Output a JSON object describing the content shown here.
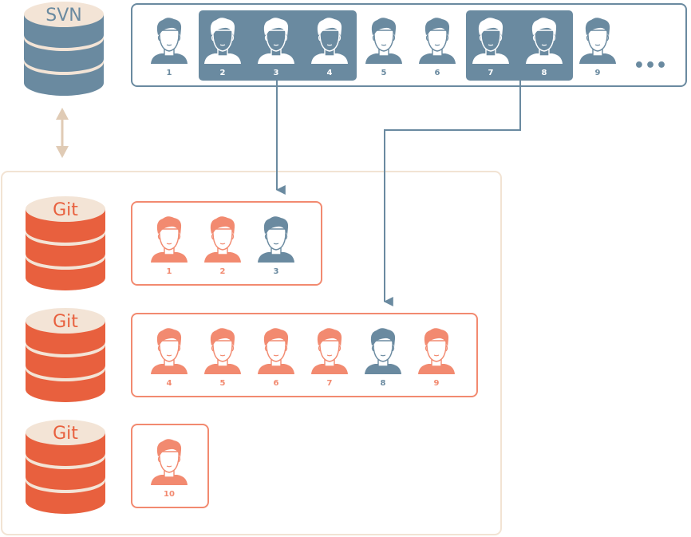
{
  "colors": {
    "svn_blue": "#6a8aa0",
    "svn_cream": "#f3e4d6",
    "git_red": "#e8603e",
    "git_cream": "#f3e4d6",
    "user_orange": "#f28a70",
    "container_border_cream": "#f2e3d3",
    "arrow_tan": "#e0cbb5",
    "white": "#ffffff"
  },
  "svn": {
    "label": "SVN",
    "users": [
      {
        "num": "1",
        "selected": false
      },
      {
        "num": "2",
        "selected": true
      },
      {
        "num": "3",
        "selected": true
      },
      {
        "num": "4",
        "selected": true
      },
      {
        "num": "5",
        "selected": false
      },
      {
        "num": "6",
        "selected": false
      },
      {
        "num": "7",
        "selected": true
      },
      {
        "num": "8",
        "selected": true
      },
      {
        "num": "9",
        "selected": false
      }
    ],
    "more_label": "•••",
    "selection_groups": [
      [
        "2",
        "3",
        "4"
      ],
      [
        "7",
        "8"
      ]
    ]
  },
  "git_repos": [
    {
      "label": "Git",
      "users": [
        {
          "num": "1",
          "migrated_from_svn": false
        },
        {
          "num": "2",
          "migrated_from_svn": false
        },
        {
          "num": "3",
          "migrated_from_svn": true
        }
      ]
    },
    {
      "label": "Git",
      "users": [
        {
          "num": "4",
          "migrated_from_svn": false
        },
        {
          "num": "5",
          "migrated_from_svn": false
        },
        {
          "num": "6",
          "migrated_from_svn": false
        },
        {
          "num": "7",
          "migrated_from_svn": false
        },
        {
          "num": "8",
          "migrated_from_svn": true
        },
        {
          "num": "9",
          "migrated_from_svn": false
        }
      ]
    },
    {
      "label": "Git",
      "users": [
        {
          "num": "10",
          "migrated_from_svn": false
        }
      ]
    }
  ],
  "connections": [
    {
      "from_svn_user": "3",
      "to_git_repo": 1
    },
    {
      "from_svn_user": "8",
      "to_git_repo": 2
    }
  ],
  "sync_arrow": {
    "icon": "double-arrow-vertical-icon",
    "between": [
      "SVN",
      "Git"
    ]
  }
}
